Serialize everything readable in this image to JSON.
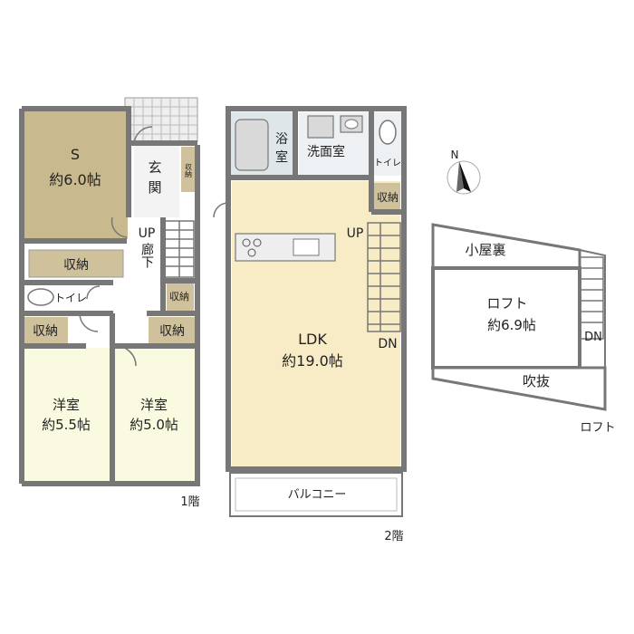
{
  "floor1": {
    "rooms": {
      "s_name": "S",
      "s_size": "約6.0帖",
      "entrance": "玄関",
      "storage_entrance": "収納",
      "hall": "廊下",
      "up": "UP",
      "storage_s": "収納",
      "toilet": "トイレ",
      "storage_hall": "収納",
      "storage_left": "収納",
      "storage_right": "収納",
      "western1_name": "洋室",
      "western1_size": "約5.5帖",
      "western2_name": "洋室",
      "western2_size": "約5.0帖"
    },
    "floor_label": "1階"
  },
  "floor2": {
    "rooms": {
      "bath": "浴室",
      "washroom": "洗面室",
      "toilet": "トイレ",
      "storage": "収納",
      "up": "UP",
      "dn": "DN",
      "ldk_name": "LDK",
      "ldk_size": "約19.0帖",
      "balcony": "バルコニー"
    },
    "floor_label": "2階"
  },
  "loft": {
    "rooms": {
      "attic": "小屋裏",
      "loft_name": "ロフト",
      "loft_size": "約6.9帖",
      "dn": "DN",
      "void": "吹抜"
    },
    "floor_label": "ロフト"
  },
  "compass": {
    "label": "N"
  },
  "colors": {
    "s_room": "#c9b98f",
    "western": "#fafae0",
    "ldk": "#f8ecc6",
    "storage": "#cfc19b",
    "wet": "#dfe6ea",
    "wall": "#777777"
  }
}
